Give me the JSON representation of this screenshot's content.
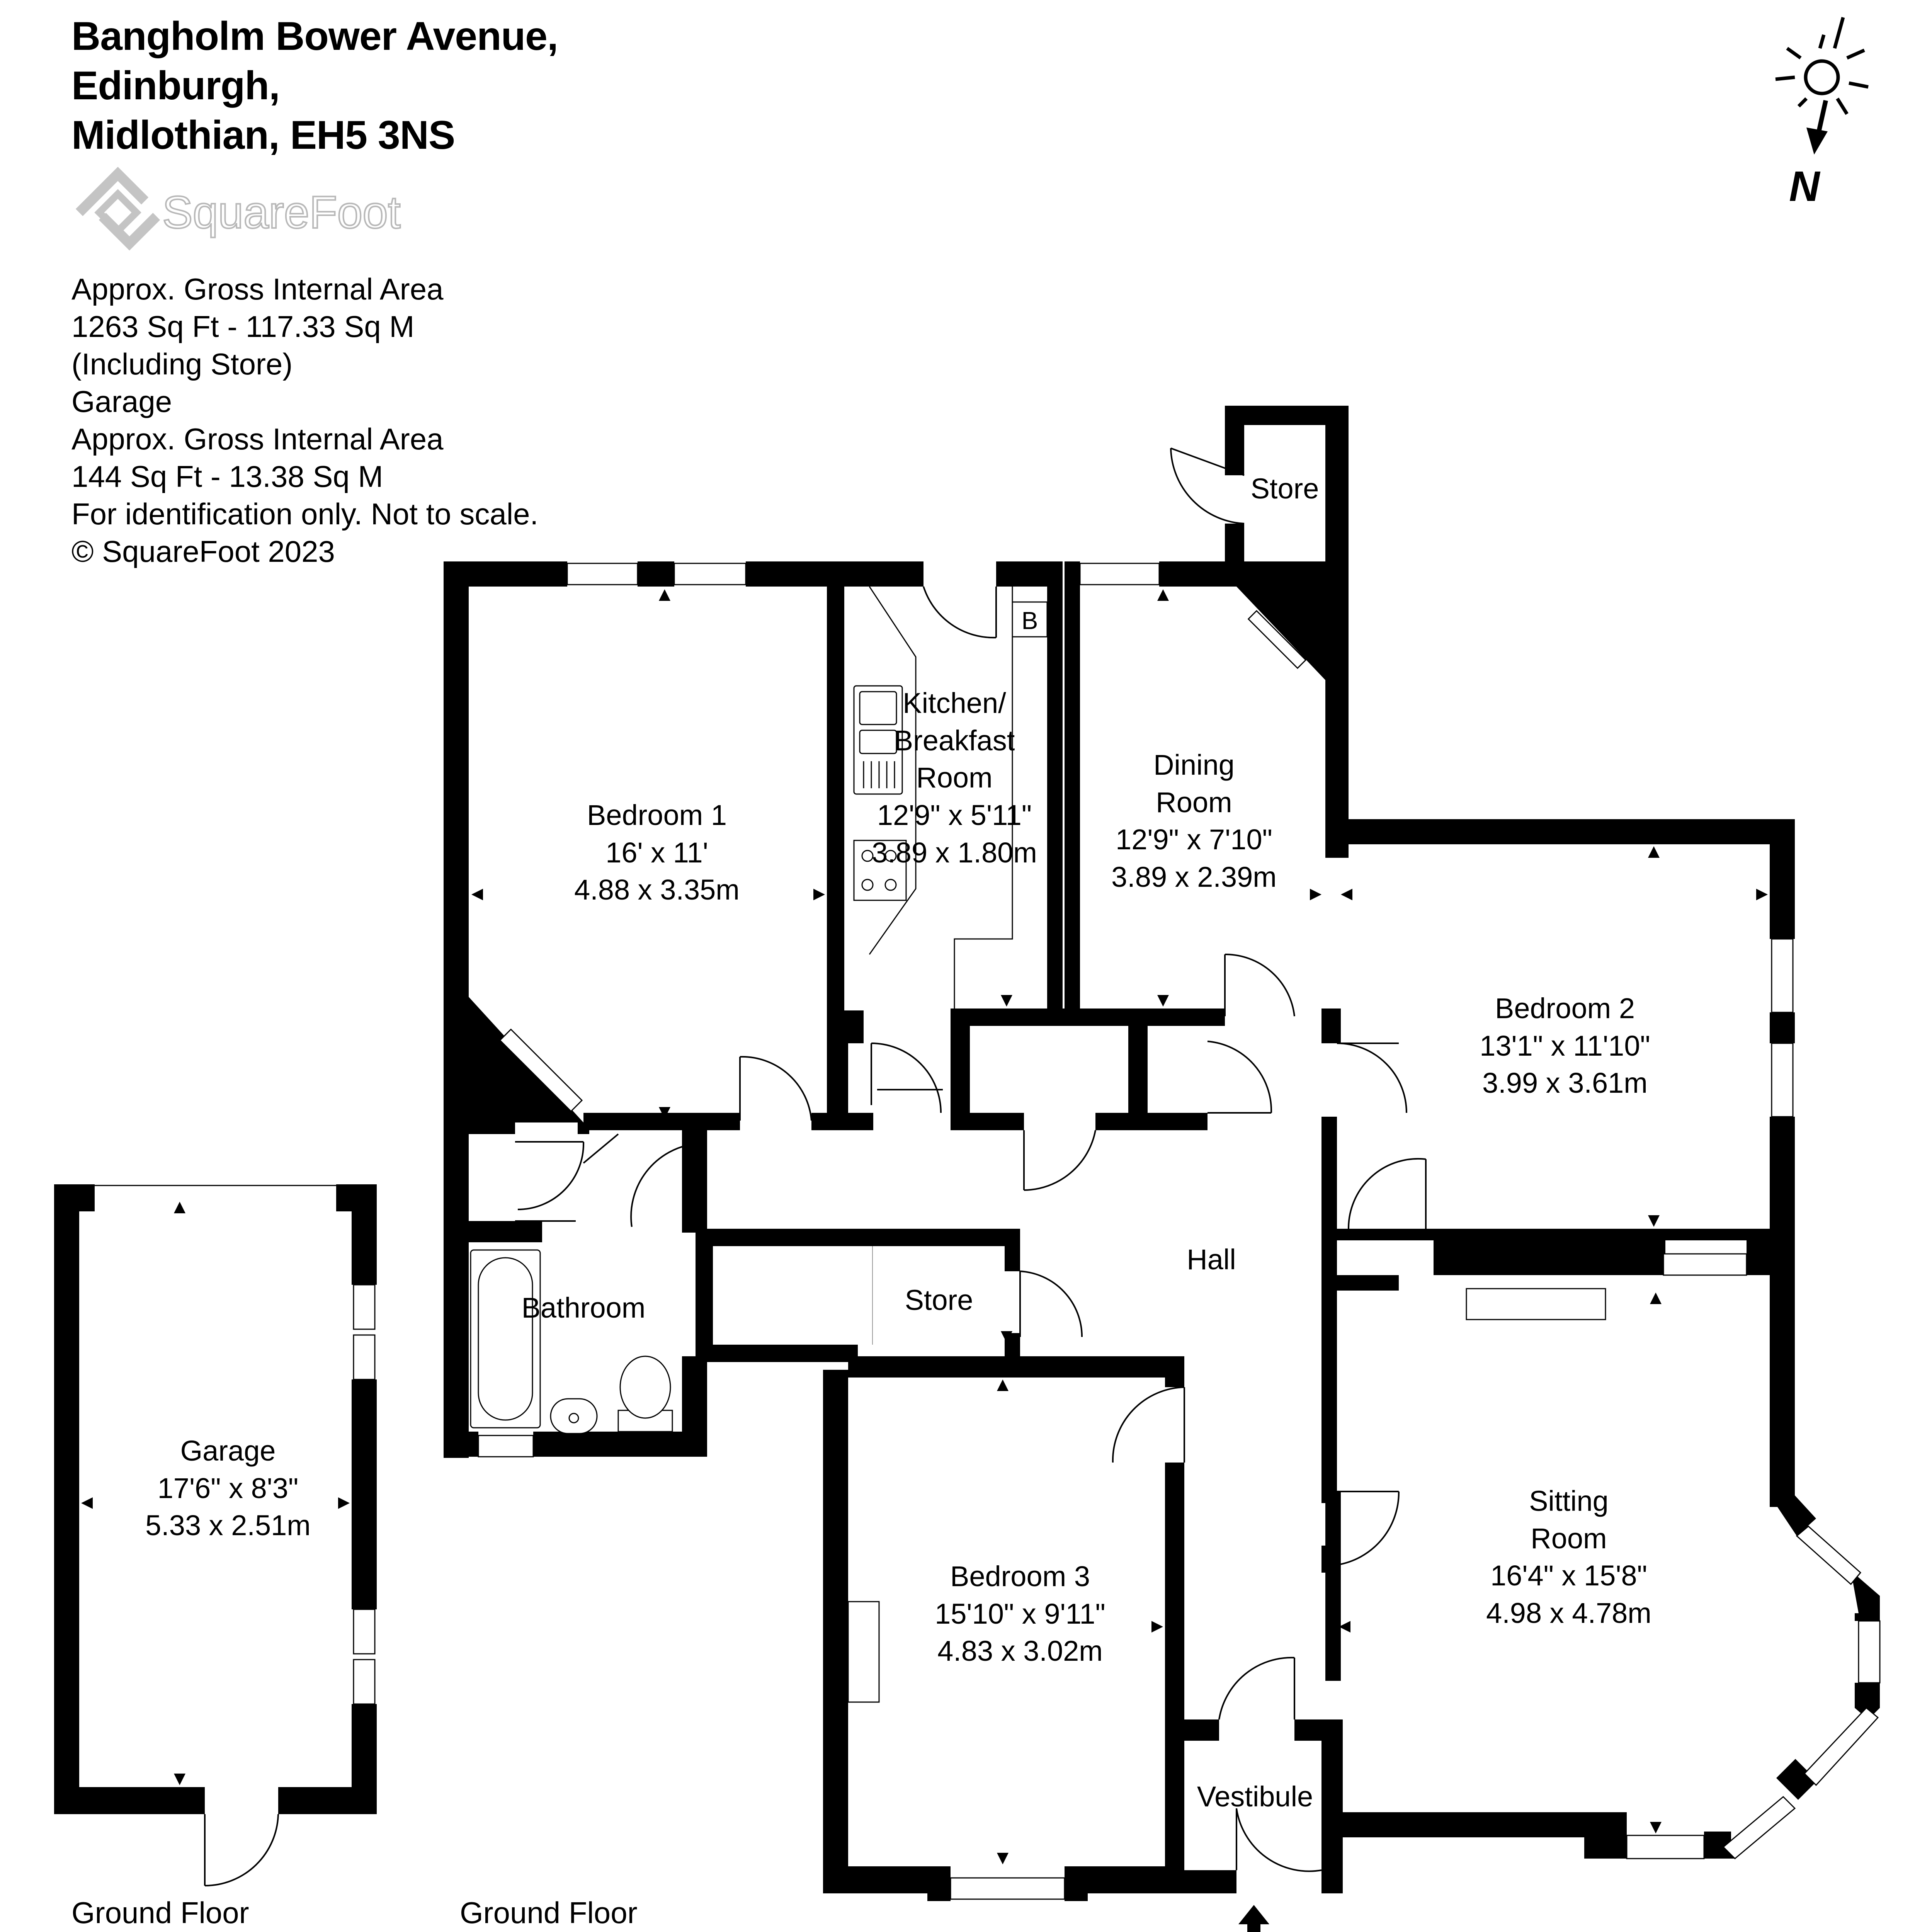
{
  "address": {
    "line1": "Bangholm Bower Avenue,",
    "line2": "Edinburgh,",
    "line3": "Midlothian, EH5 3NS"
  },
  "logo": {
    "text": "SquareFoot"
  },
  "area_info": {
    "line1": "Approx. Gross Internal Area",
    "line2": "1263 Sq Ft  -  117.33 Sq M",
    "line3": "(Including Store)",
    "line4": "Garage",
    "line5": "Approx. Gross Internal Area",
    "line6": "144 Sq Ft  -  13.38 Sq M",
    "line7": "For identification only. Not to scale.",
    "line8": "© SquareFoot 2023"
  },
  "compass": {
    "label": "N"
  },
  "rooms": {
    "store_top": {
      "name": "Store"
    },
    "boiler": {
      "name": "B"
    },
    "bedroom1": {
      "name": "Bedroom 1",
      "imperial": "16' x 11'",
      "metric": "4.88 x 3.35m"
    },
    "kitchen": {
      "name1": "Kitchen/",
      "name2": "Breakfast",
      "name3": "Room",
      "imperial": "12'9\" x 5'11\"",
      "metric": "3.89 x 1.80m"
    },
    "dining": {
      "name1": "Dining",
      "name2": "Room",
      "imperial": "12'9\" x 7'10\"",
      "metric": "3.89 x 2.39m"
    },
    "bedroom2": {
      "name": "Bedroom 2",
      "imperial": "13'1\" x 11'10\"",
      "metric": "3.99 x 3.61m"
    },
    "hall": {
      "name": "Hall"
    },
    "store_mid": {
      "name": "Store"
    },
    "bathroom": {
      "name": "Bathroom"
    },
    "garage": {
      "name": "Garage",
      "imperial": "17'6\" x 8'3\"",
      "metric": "5.33 x 2.51m"
    },
    "bedroom3": {
      "name": "Bedroom 3",
      "imperial": "15'10\" x 9'11\"",
      "metric": "4.83 x 3.02m"
    },
    "sitting": {
      "name1": "Sitting",
      "name2": "Room",
      "imperial": "16'4\" x 15'8\"",
      "metric": "4.98 x 4.78m"
    },
    "vestibule": {
      "name": "Vestibule"
    }
  },
  "floor_labels": {
    "garage": "Ground Floor",
    "main": "Ground Floor"
  }
}
